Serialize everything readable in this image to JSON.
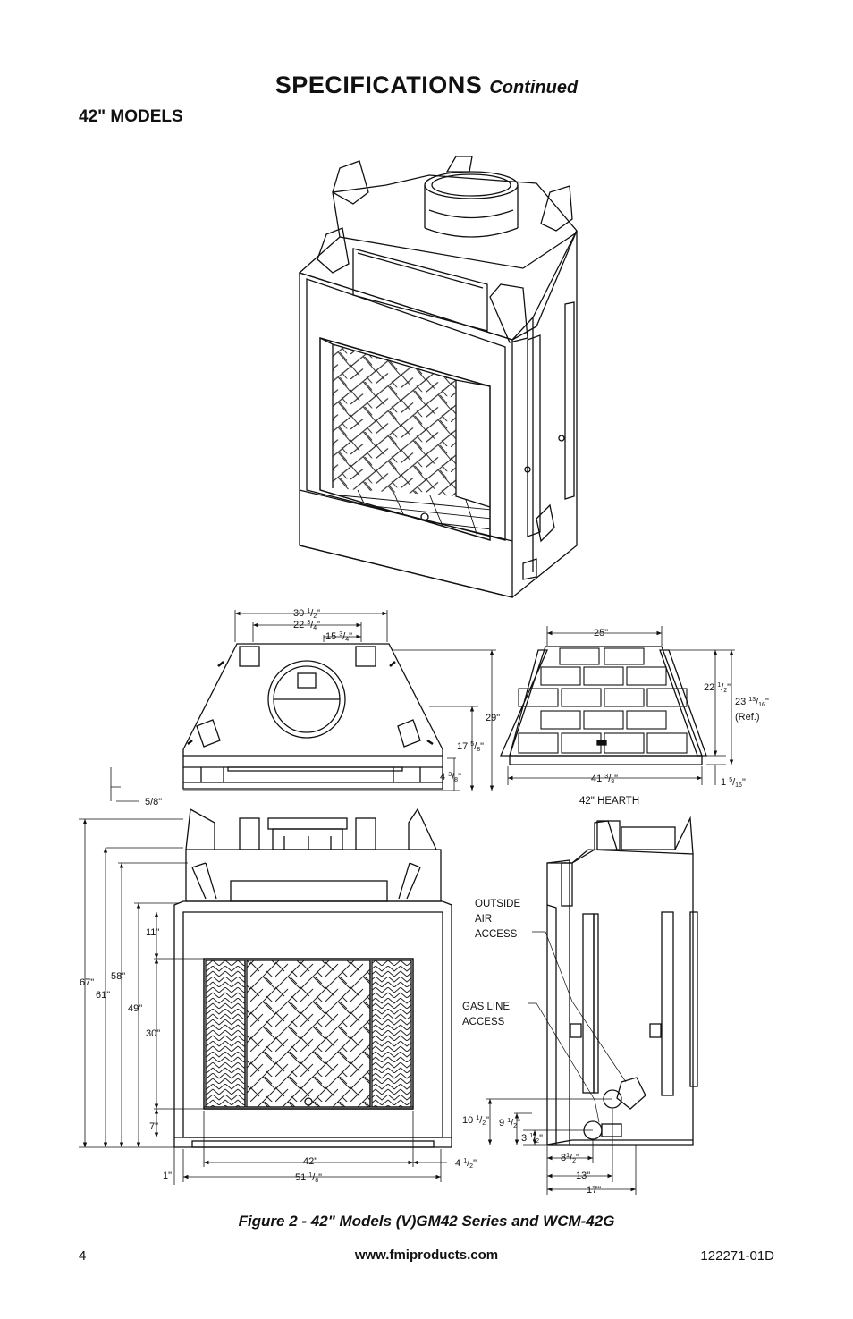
{
  "header": {
    "title": "SPECIFICATIONS",
    "title_suffix": "Continued"
  },
  "section": {
    "heading": "42\" MODELS"
  },
  "figure": {
    "caption": "Figure 2 - 42\" Models (V)GM42 Series and WCM-42G",
    "top_view": {
      "dims": {
        "w30": [
          "30 ",
          "1",
          "/",
          "2",
          "\""
        ],
        "w22": [
          "22 ",
          "3",
          "/",
          "4",
          "\""
        ],
        "w15": [
          "15 ",
          "3",
          "/",
          "4",
          "\""
        ],
        "h29": "29\"",
        "h17": [
          "17 ",
          "5",
          "/",
          "8",
          "\""
        ],
        "h4": [
          "4 ",
          "3",
          "/",
          "8",
          "\""
        ],
        "d58": "5/8\""
      }
    },
    "hearth_view": {
      "label": "42\" HEARTH",
      "dims": {
        "w25": "25\"",
        "w41": [
          "41 ",
          "3",
          "/",
          "8",
          "\""
        ],
        "h22": [
          "22 ",
          "1",
          "/",
          "2",
          "\""
        ],
        "h23": [
          "23 ",
          "13",
          "/",
          "16",
          "\""
        ],
        "ref": "(Ref.)",
        "h1": [
          "1 ",
          "5",
          "/",
          "16",
          "\""
        ]
      }
    },
    "front_view": {
      "dims": {
        "h67": "67\"",
        "h61": "61\"",
        "h58": "58\"",
        "h49": "49\"",
        "h11": "11\"",
        "h30": "30\"",
        "h7": "7\"",
        "h1": "1\"",
        "w42": "42\"",
        "w51": [
          "51 ",
          "1",
          "/",
          "8",
          "\""
        ],
        "w4": [
          "4 ",
          "1",
          "/",
          "2",
          "\""
        ]
      }
    },
    "side_view": {
      "labels": {
        "outside_air": [
          "OUTSIDE",
          "AIR",
          "ACCESS"
        ],
        "gas_line": [
          "GAS LINE",
          "ACCESS"
        ]
      },
      "dims": {
        "h10": [
          "10 ",
          "1",
          "/",
          "2",
          "\""
        ],
        "h9": [
          "9 ",
          "1",
          "/",
          "2",
          "\""
        ],
        "h3": [
          "3 ",
          "1",
          "/",
          "2",
          "\""
        ],
        "w8": [
          "8",
          "1",
          "/",
          "2",
          "\""
        ],
        "w13": "13\"",
        "w17": "17\""
      }
    }
  },
  "footer": {
    "page_number": "4",
    "website": "www.fmiproducts.com",
    "doc_number": "122271-01D"
  }
}
